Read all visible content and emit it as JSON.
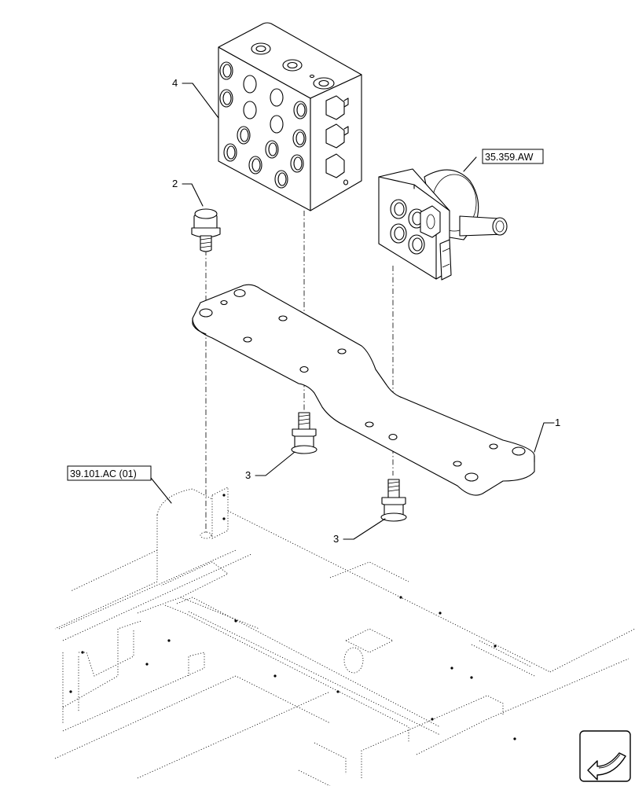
{
  "callouts": {
    "item1": "1",
    "item2": "2",
    "item3a": "3",
    "item3b": "3",
    "item4": "4"
  },
  "references": {
    "joystick_ref": "35.359.AW",
    "frame_ref": "39.101.AC (01)"
  },
  "nav": {
    "icon": "arrow-return-icon"
  }
}
